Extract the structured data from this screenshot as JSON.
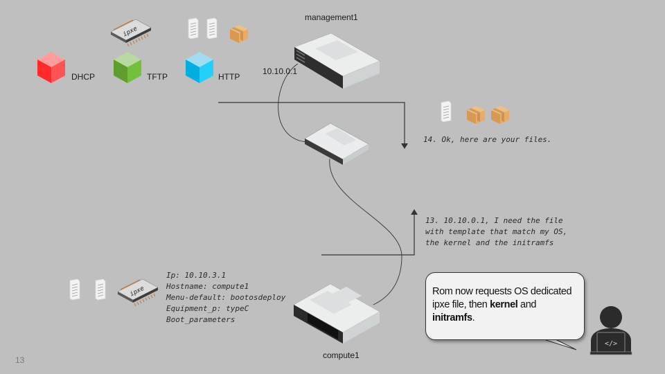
{
  "slide": {
    "page_number": "13"
  },
  "services": [
    {
      "name": "DHCP",
      "color": "#ff3b3b"
    },
    {
      "name": "TFTP",
      "color": "#6db33f"
    },
    {
      "name": "HTTP",
      "color": "#1ec8f0"
    }
  ],
  "chip_label": "ipxe",
  "nodes": {
    "management": {
      "name": "management1",
      "ip": "10.10.0.1"
    },
    "compute": {
      "name": "compute1"
    }
  },
  "messages": {
    "step14": "14. Ok, here are your files.",
    "step13_lines": [
      "13. 10.10.0.1, I need the file",
      "with template that match my OS,",
      "the kernel and the initramfs"
    ]
  },
  "compute_info": {
    "lines": [
      "Ip: 10.10.3.1",
      "Hostname: compute1",
      "Menu-default: bootosdeploy",
      "Equipment_p: typeC",
      "Boot_parameters"
    ]
  },
  "callout": {
    "text_1": "Rom now requests OS dedicated ipxe file, then ",
    "bold_1": "kernel",
    "text_2": " and ",
    "bold_2": "initramfs",
    "text_3": "."
  },
  "icons": {
    "top_files": [
      "document-icon",
      "document-icon",
      "package-icon"
    ],
    "response_files": [
      "document-icon",
      "package-icon",
      "package-icon"
    ],
    "compute_files": [
      "document-icon",
      "document-icon",
      "ipxe-chip-icon"
    ],
    "developer": "developer-laptop-icon"
  },
  "colors": {
    "background": "#bfbfbf",
    "line": "#333333",
    "package": "#e0a562",
    "bubble": "#f2f2f2"
  }
}
